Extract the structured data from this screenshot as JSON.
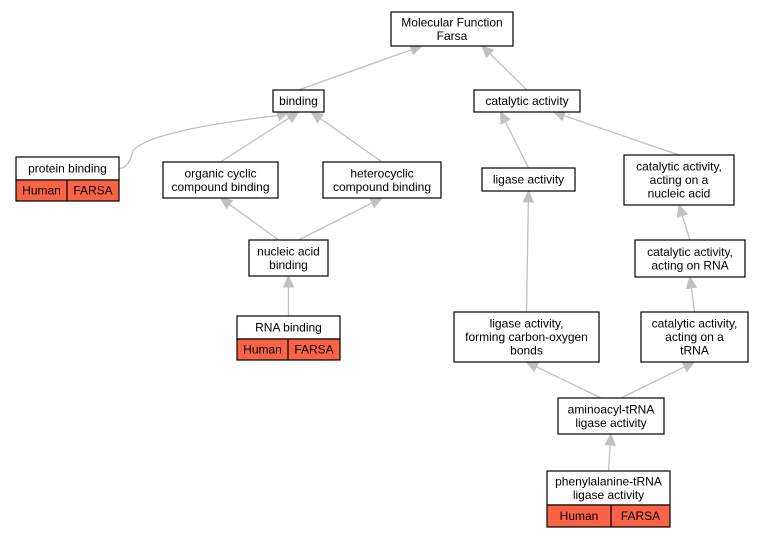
{
  "colors": {
    "edge": "#c0c0c0",
    "annotation_fill": "#fb6347",
    "node_border": "#000000"
  },
  "nodes": {
    "molecular_function": {
      "lines": [
        "Molecular Function",
        "Farsa"
      ]
    },
    "binding": {
      "lines": [
        "binding"
      ]
    },
    "catalytic_activity": {
      "lines": [
        "catalytic activity"
      ]
    },
    "protein_binding": {
      "lines": [
        "protein binding"
      ],
      "annotation": [
        "Human",
        "FARSA"
      ]
    },
    "organic_cyclic": {
      "lines": [
        "organic cyclic",
        "compound binding"
      ]
    },
    "heterocyclic": {
      "lines": [
        "heterocyclic",
        "compound binding"
      ]
    },
    "ligase_activity": {
      "lines": [
        "ligase activity"
      ]
    },
    "cat_nucleic_acid": {
      "lines": [
        "catalytic activity,",
        "acting on a",
        "nucleic acid"
      ]
    },
    "nucleic_acid_binding": {
      "lines": [
        "nucleic acid",
        "binding"
      ]
    },
    "cat_rna": {
      "lines": [
        "catalytic activity,",
        "acting on RNA"
      ]
    },
    "rna_binding": {
      "lines": [
        "RNA binding"
      ],
      "annotation": [
        "Human",
        "FARSA"
      ]
    },
    "ligase_co": {
      "lines": [
        "ligase activity,",
        "forming carbon-oxygen",
        "bonds"
      ]
    },
    "cat_trna": {
      "lines": [
        "catalytic activity,",
        "acting on a",
        "tRNA"
      ]
    },
    "aminoacyl": {
      "lines": [
        "aminoacyl-tRNA",
        "ligase activity"
      ]
    },
    "phe_trna": {
      "lines": [
        "phenylalanine-tRNA",
        "ligase activity"
      ],
      "annotation": [
        "Human",
        "FARSA"
      ]
    }
  },
  "edges": [
    [
      "binding",
      "molecular_function"
    ],
    [
      "catalytic_activity",
      "molecular_function"
    ],
    [
      "protein_binding",
      "binding"
    ],
    [
      "organic_cyclic",
      "binding"
    ],
    [
      "heterocyclic",
      "binding"
    ],
    [
      "ligase_activity",
      "catalytic_activity"
    ],
    [
      "cat_nucleic_acid",
      "catalytic_activity"
    ],
    [
      "nucleic_acid_binding",
      "organic_cyclic"
    ],
    [
      "nucleic_acid_binding",
      "heterocyclic"
    ],
    [
      "cat_rna",
      "cat_nucleic_acid"
    ],
    [
      "rna_binding",
      "nucleic_acid_binding"
    ],
    [
      "ligase_co",
      "ligase_activity"
    ],
    [
      "cat_trna",
      "cat_rna"
    ],
    [
      "aminoacyl",
      "ligase_co"
    ],
    [
      "aminoacyl",
      "cat_trna"
    ],
    [
      "phe_trna",
      "aminoacyl"
    ]
  ]
}
